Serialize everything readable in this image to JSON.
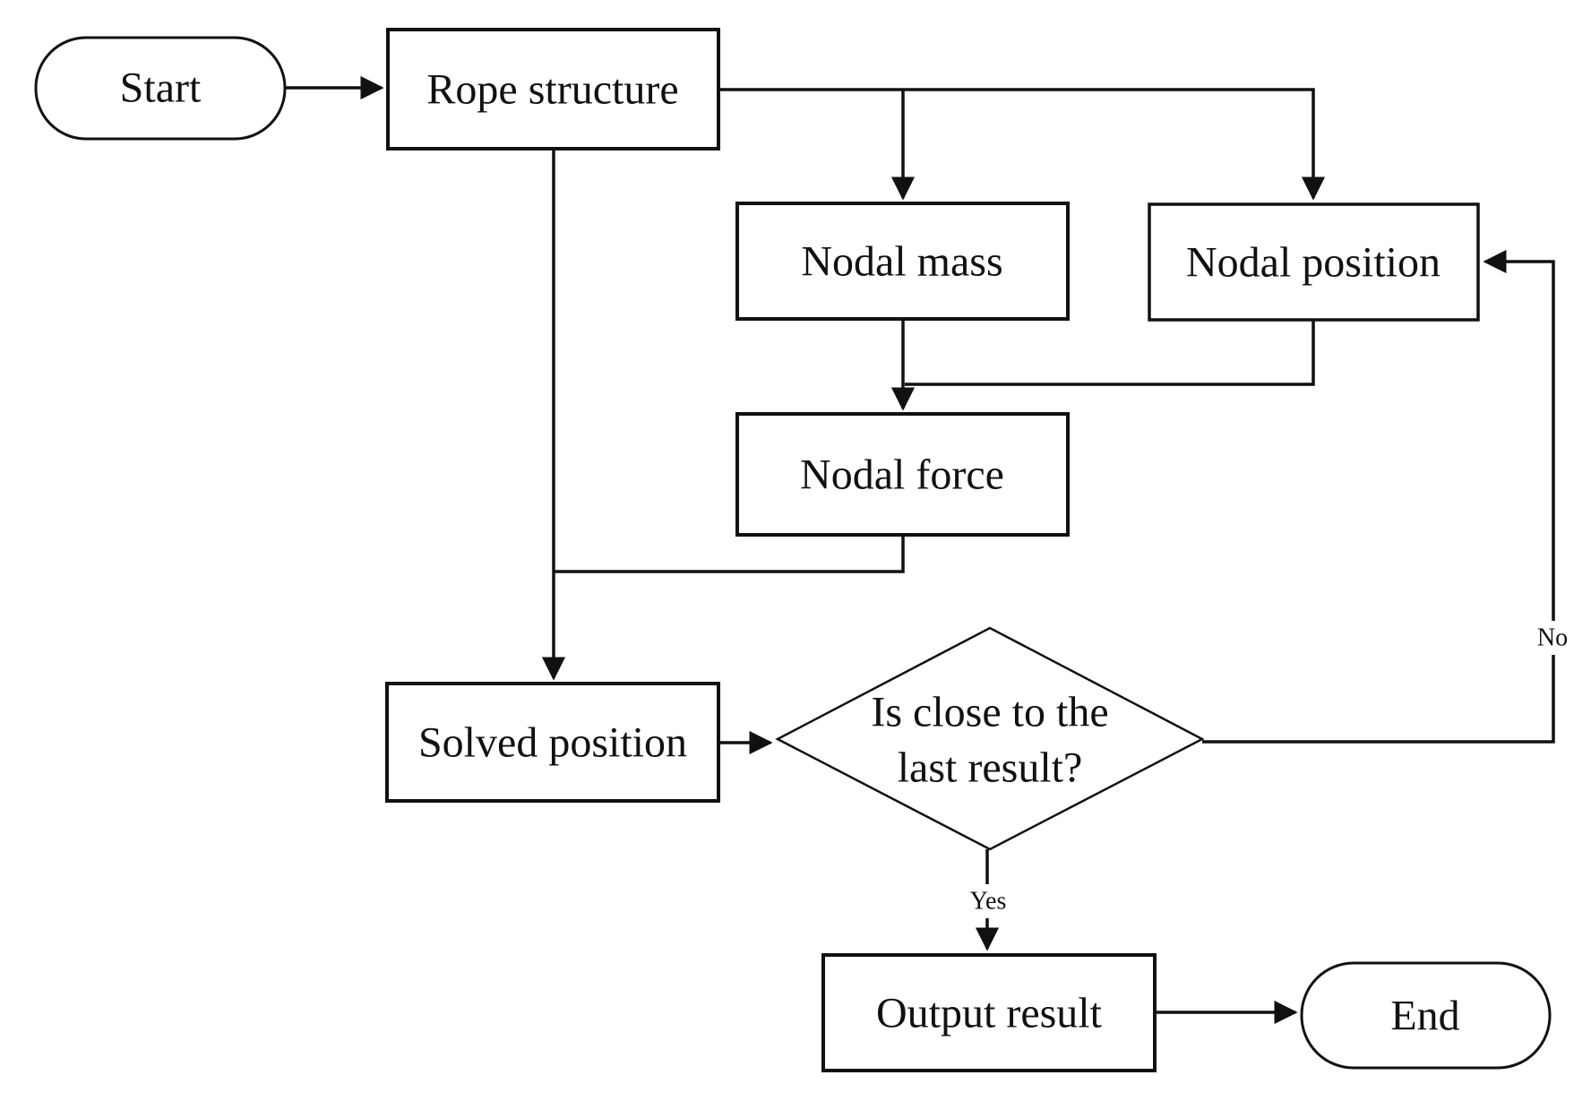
{
  "nodes": {
    "start": {
      "label": "Start",
      "type": "terminator"
    },
    "rope_structure": {
      "label": "Rope structure",
      "type": "process"
    },
    "nodal_mass": {
      "label": "Nodal mass",
      "type": "process"
    },
    "nodal_position": {
      "label": "Nodal position",
      "type": "process"
    },
    "nodal_force": {
      "label": "Nodal force",
      "type": "process"
    },
    "solved_position": {
      "label": "Solved position",
      "type": "process"
    },
    "decision": {
      "line1": "Is close to the",
      "line2": "last result?",
      "type": "decision"
    },
    "output_result": {
      "label": "Output result",
      "type": "process"
    },
    "end": {
      "label": "End",
      "type": "terminator"
    }
  },
  "edge_labels": {
    "yes": "Yes",
    "no": "No"
  },
  "colors": {
    "stroke": "#111111",
    "background": "#ffffff",
    "text": "#111111"
  }
}
